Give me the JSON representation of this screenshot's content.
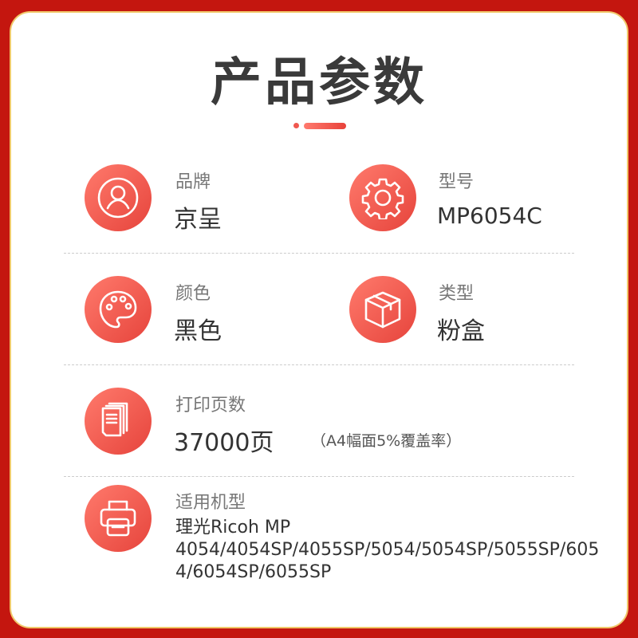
{
  "title": "产品参数",
  "params": [
    {
      "label": "品牌",
      "value": "京呈",
      "icon": "user-icon"
    },
    {
      "label": "型号",
      "value": "MP6054C",
      "icon": "gear-icon"
    },
    {
      "label": "颜色",
      "value": "黑色",
      "icon": "palette-icon"
    },
    {
      "label": "类型",
      "value": "粉盒",
      "icon": "box-icon"
    },
    {
      "label": "打印页数",
      "value": "37000页",
      "note": "（A4幅面5%覆盖率）",
      "icon": "pages-icon"
    },
    {
      "label": "适用机型",
      "value_line1": "理光Ricoh MP",
      "value_line2": "4054/4054SP/4055SP/5054/5054SP/5055SP/6054/6054SP/6055SP",
      "icon": "printer-icon"
    }
  ],
  "colors": {
    "accent": "#f0584f",
    "frame": "#c4160f"
  }
}
